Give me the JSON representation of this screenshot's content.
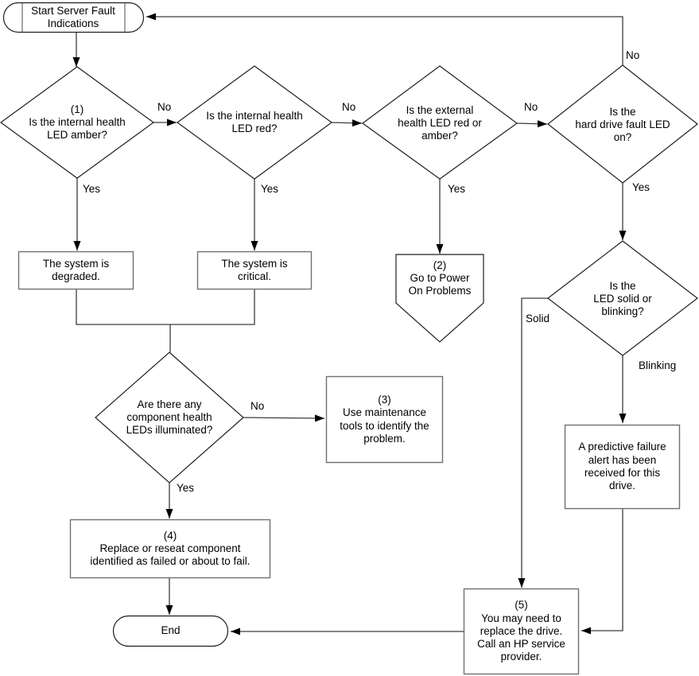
{
  "diagram_title": "Server fault indications flowchart",
  "colors": {
    "background": "#ffffff",
    "shape_outline": "#1f1f1f",
    "process_border": "#707070",
    "connector": "#3c3c3c",
    "arrow": "#000000",
    "text": "#000000"
  },
  "nodes": {
    "start": {
      "shape": "terminator",
      "text": "Start Server Fault\nIndications"
    },
    "d_internal_amber": {
      "shape": "decision",
      "text": "(1)\nIs the internal health\nLED amber?"
    },
    "d_internal_red": {
      "shape": "decision",
      "text": "Is the internal health\nLED red?"
    },
    "d_external_health": {
      "shape": "decision",
      "text": "Is the external\nhealth LED red or\namber?"
    },
    "d_hard_drive": {
      "shape": "decision",
      "text": "Is the\nhard drive fault LED\non?"
    },
    "box_degraded": {
      "shape": "process",
      "text": "The system is\ndegraded."
    },
    "box_critical": {
      "shape": "process",
      "text": "The system is\ncritical."
    },
    "offpage_power_on": {
      "shape": "offpage-connector",
      "text": "(2)\nGo to Power\nOn Problems"
    },
    "d_solid_blinking": {
      "shape": "decision",
      "text": "Is the\nLED solid or\nblinking?"
    },
    "d_component_leds": {
      "shape": "decision",
      "text": "Are there any\ncomponent health\nLEDs illuminated?"
    },
    "box_maintenance": {
      "shape": "process",
      "text": "(3)\nUse maintenance\ntools to identify the\nproblem."
    },
    "box_predictive": {
      "shape": "process",
      "text": "A predictive failure\nalert has been\nreceived for this\ndrive."
    },
    "box_replace_component": {
      "shape": "process",
      "text": "(4)\nReplace or reseat component\nidentified as failed or about to fail."
    },
    "box_replace_drive": {
      "shape": "process",
      "text": "(5)\nYou may need to\nreplace the drive.\nCall an HP service\nprovider."
    },
    "end": {
      "shape": "terminator",
      "text": "End"
    }
  },
  "edge_labels": {
    "no_to_internal_red": "No",
    "no_to_external_health": "No",
    "no_to_hard_drive": "No",
    "no_back_to_start": "No",
    "yes_degraded": "Yes",
    "yes_critical": "Yes",
    "yes_power_on": "Yes",
    "yes_hard_drive": "Yes",
    "yes_component": "Yes",
    "solid": "Solid",
    "blinking": "Blinking"
  }
}
